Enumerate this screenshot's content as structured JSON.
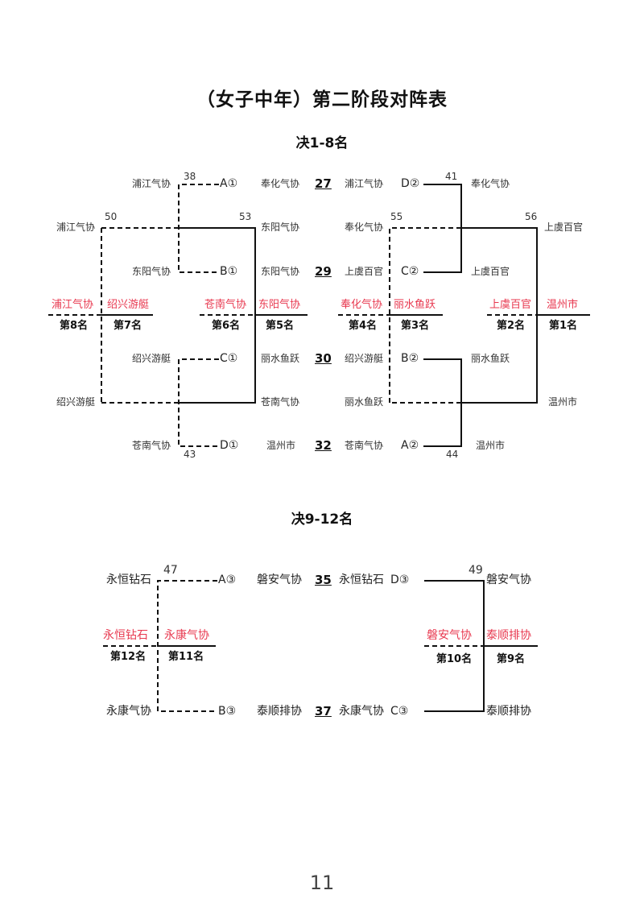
{
  "title": "（女子中年）第二阶段对阵表",
  "page_number": "11",
  "sections": {
    "top": {
      "label": "决1-8名",
      "games": {
        "g27": "27",
        "g29": "29",
        "g30": "30",
        "g32": "32",
        "g35": "35",
        "g37": "37"
      },
      "seeds": {
        "a1": "A①",
        "b1": "B①",
        "c1": "C①",
        "d1": "D①",
        "d2": "D②",
        "c2": "C②",
        "b2": "B②",
        "a2": "A②"
      },
      "match_numbers": {
        "m38": "38",
        "m50": "50",
        "m53": "53",
        "m43": "43",
        "m41": "41",
        "m55": "55",
        "m56": "56",
        "m44": "44"
      },
      "left_block": {
        "r1_top": "浦江气协",
        "r1_bottom": "东阳气协",
        "r3_top": "绍兴游艇",
        "r3_bottom": "苍南气协",
        "outer_top": "浦江气协",
        "outer_bottom": "绍兴游艇",
        "right_top1": "奉化气协",
        "right_top2": "东阳气协",
        "right_top3": "东阳气协",
        "right_bot1": "丽水鱼跃",
        "right_bot2": "苍南气协",
        "right_bot3": "温州市"
      },
      "right_block": {
        "l_top1": "浦江气协",
        "l_top2": "奉化气协",
        "l_top3": "上虞百官",
        "l_bot1": "绍兴游艇",
        "l_bot2": "丽水鱼跃",
        "l_bot3": "苍南气协",
        "r_top1": "奉化气协",
        "r_top3": "上虞百官",
        "r_bot1": "丽水鱼跃",
        "r_bot3": "温州市",
        "outer_top": "上虞百官",
        "outer_bottom": "温州市"
      },
      "results": {
        "w8": "浦江气协",
        "w7": "绍兴游艇",
        "w6": "苍南气协",
        "w5": "东阳气协",
        "w4": "奉化气协",
        "w3": "丽水鱼跃",
        "w2": "上虞百官",
        "w1": "温州市"
      },
      "places": {
        "p8": "第8名",
        "p7": "第7名",
        "p6": "第6名",
        "p5": "第5名",
        "p4": "第4名",
        "p3": "第3名",
        "p2": "第2名",
        "p1": "第1名"
      }
    },
    "bottom": {
      "label": "决9-12名",
      "match_numbers": {
        "m47": "47",
        "m49": "49"
      },
      "seeds": {
        "a3": "A③",
        "b3": "B③",
        "d3": "D③",
        "c3": "C③"
      },
      "teams": {
        "left_top": "永恒钻石",
        "left_bottom": "永康气协",
        "mid_top": "磐安气协",
        "mid_bottom": "泰顺排协",
        "midr_top": "永恒钻石",
        "midr_bottom": "永康气协",
        "right_top": "磐安气协",
        "right_bottom": "泰顺排协"
      },
      "results": {
        "w12": "永恒钻石",
        "w11": "永康气协",
        "w10": "磐安气协",
        "w9": "泰顺排协"
      },
      "places": {
        "p12": "第12名",
        "p11": "第11名",
        "p10": "第10名",
        "p9": "第9名"
      }
    }
  },
  "colors": {
    "winner_text": "#e8384f",
    "line": "#111111"
  }
}
